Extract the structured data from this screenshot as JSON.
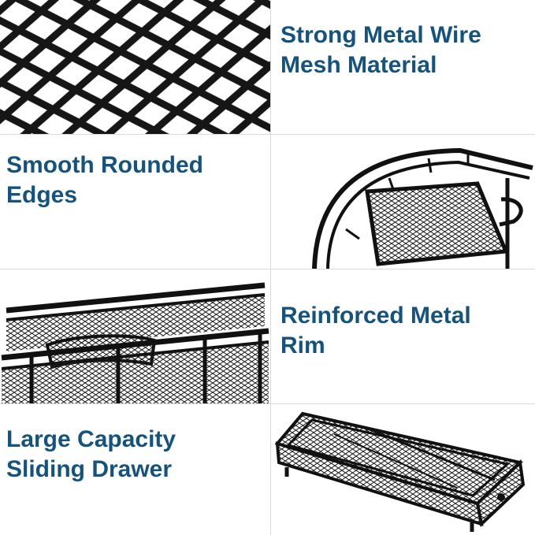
{
  "features": [
    {
      "id": "mesh-material",
      "label": "Strong Metal Wire Mesh Material",
      "photo": "wire-mesh-closeup"
    },
    {
      "id": "rounded-edges",
      "label": "Smooth Rounded Edges",
      "photo": "rounded-edge-corner"
    },
    {
      "id": "metal-rim",
      "label": "Reinforced Metal Rim",
      "photo": "mesh-trays-and-rim"
    },
    {
      "id": "sliding-drawer",
      "label": "Large Capacity Sliding Drawer",
      "photo": "mesh-sliding-drawer"
    }
  ],
  "colors": {
    "caption": "#14537d",
    "wire": "#141414",
    "divider": "#d8d8d8",
    "background": "#ffffff"
  }
}
